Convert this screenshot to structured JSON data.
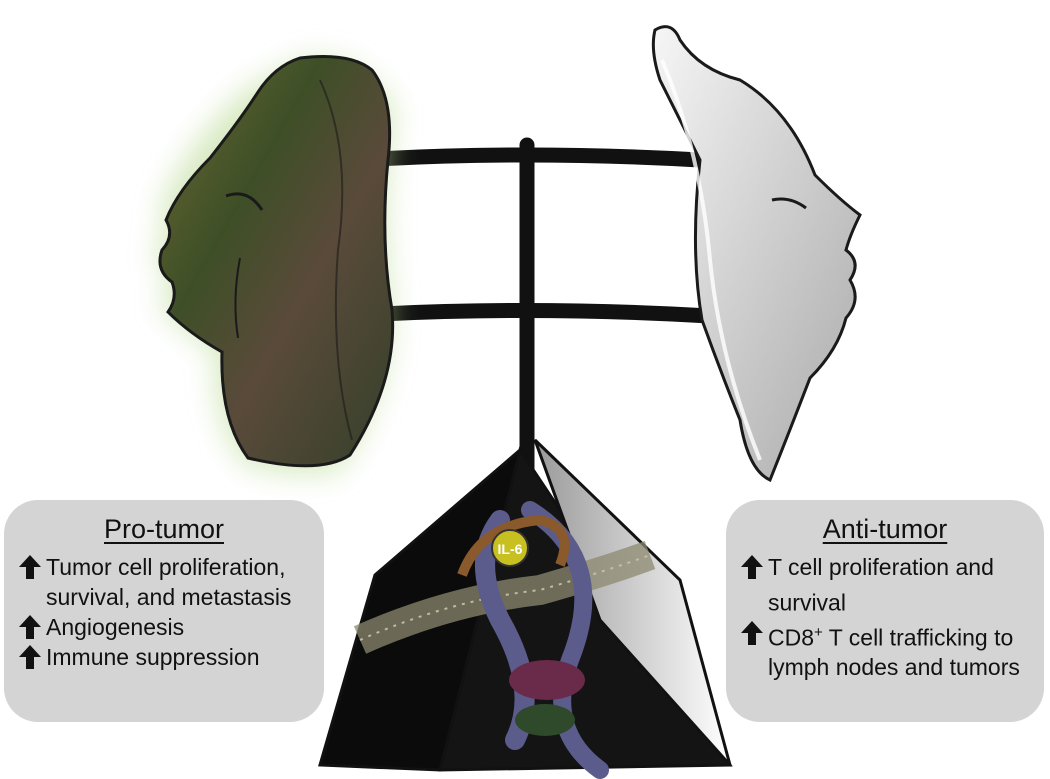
{
  "pro_tumor": {
    "title": "Pro-tumor",
    "items": [
      "Tumor cell proliferation, survival, and metastasis",
      "Angiogenesis",
      "Immune suppression"
    ]
  },
  "anti_tumor": {
    "title": "Anti-tumor",
    "items": [
      {
        "before": "T cell proliferation and survival",
        "sup": "",
        "after": ""
      },
      {
        "before": "CD8",
        "sup": "+",
        "after": " T cell trafficking to lymph nodes and tumors"
      }
    ]
  },
  "icons": {
    "pro_face": "green-mask-face",
    "anti_face": "white-mask-face",
    "arrow": "up-arrow-icon",
    "cytokine_label": "IL-6"
  },
  "colors": {
    "pro_face": "#4b5a2c",
    "anti_face": "#d9d9d9",
    "panel_bg": "#d4d4d4",
    "frame": "#111111",
    "cytokine_ball": "#c8c020",
    "protein_strand": "#5b5c8c"
  }
}
